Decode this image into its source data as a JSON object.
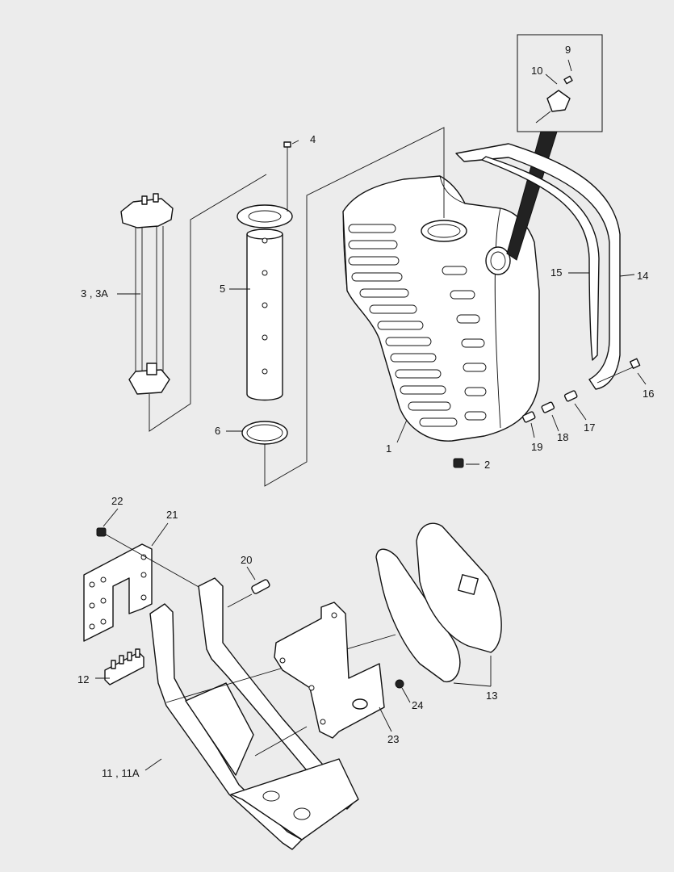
{
  "callouts": {
    "c1": "1",
    "c2": "2",
    "c3": "3 , 3A",
    "c4": "4",
    "c5": "5",
    "c6": "6",
    "c9": "9",
    "c10": "10",
    "c11": "11 , 11A",
    "c12": "12",
    "c13": "13",
    "c14": "14",
    "c15": "15",
    "c16": "16",
    "c17": "17",
    "c18": "18",
    "c19": "19",
    "c20": "20",
    "c21": "21",
    "c22": "22",
    "c23": "23",
    "c24": "24"
  }
}
